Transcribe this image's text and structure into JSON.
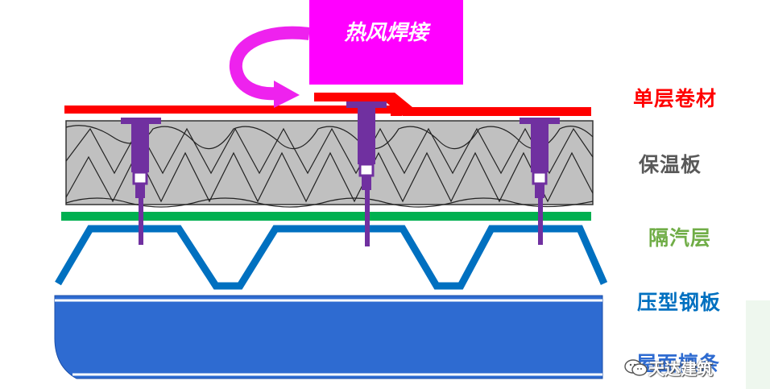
{
  "labels": {
    "membrane": "单层卷材",
    "insulation": "保温板",
    "vapor_barrier": "隔汽层",
    "steel_deck": "压型钢板",
    "purlin": "屋面檩条"
  },
  "hot_air_welding": "热风焊接",
  "watermark": "天达建筑",
  "colors": {
    "membrane": "#ff0000",
    "insulation_board": "#c0c0c0",
    "vapor_barrier": "#00b050",
    "steel_deck": "#0070c0",
    "purlin": "#2e6bd1",
    "fastener": "#7030a0",
    "hot_air_box": "#ff00ff",
    "arrow": "#ee22ee",
    "label_insulation": "#595959",
    "label_vapor": "#70ad47",
    "label_deck": "#0070c0",
    "label_purlin": "#2e6bd1"
  },
  "icons": {
    "watermark": "wechat-icon",
    "welding_direction": "curved-arrow-icon"
  }
}
